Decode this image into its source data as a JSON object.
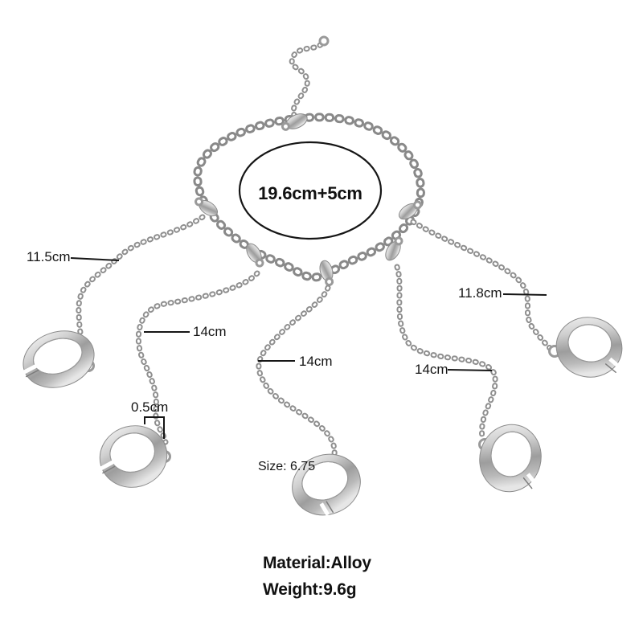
{
  "product": {
    "bracelet_length_label": "19.6cm+5cm",
    "ring_size_label": "Size: 6.75",
    "ring_gap_label": "0.5cm",
    "material_label": "Material:Alloy",
    "weight_label": "Weight:9.6g"
  },
  "measurements": {
    "left_chain": "11.5cm",
    "second_chain": "14cm",
    "middle_chain": "14cm",
    "fourth_chain": "14cm",
    "right_chain": "11.8cm"
  },
  "colors": {
    "background": "#ffffff",
    "metal_light": "#f5f5f5",
    "metal_dark": "#8a8a8a",
    "annotation": "#161616"
  }
}
